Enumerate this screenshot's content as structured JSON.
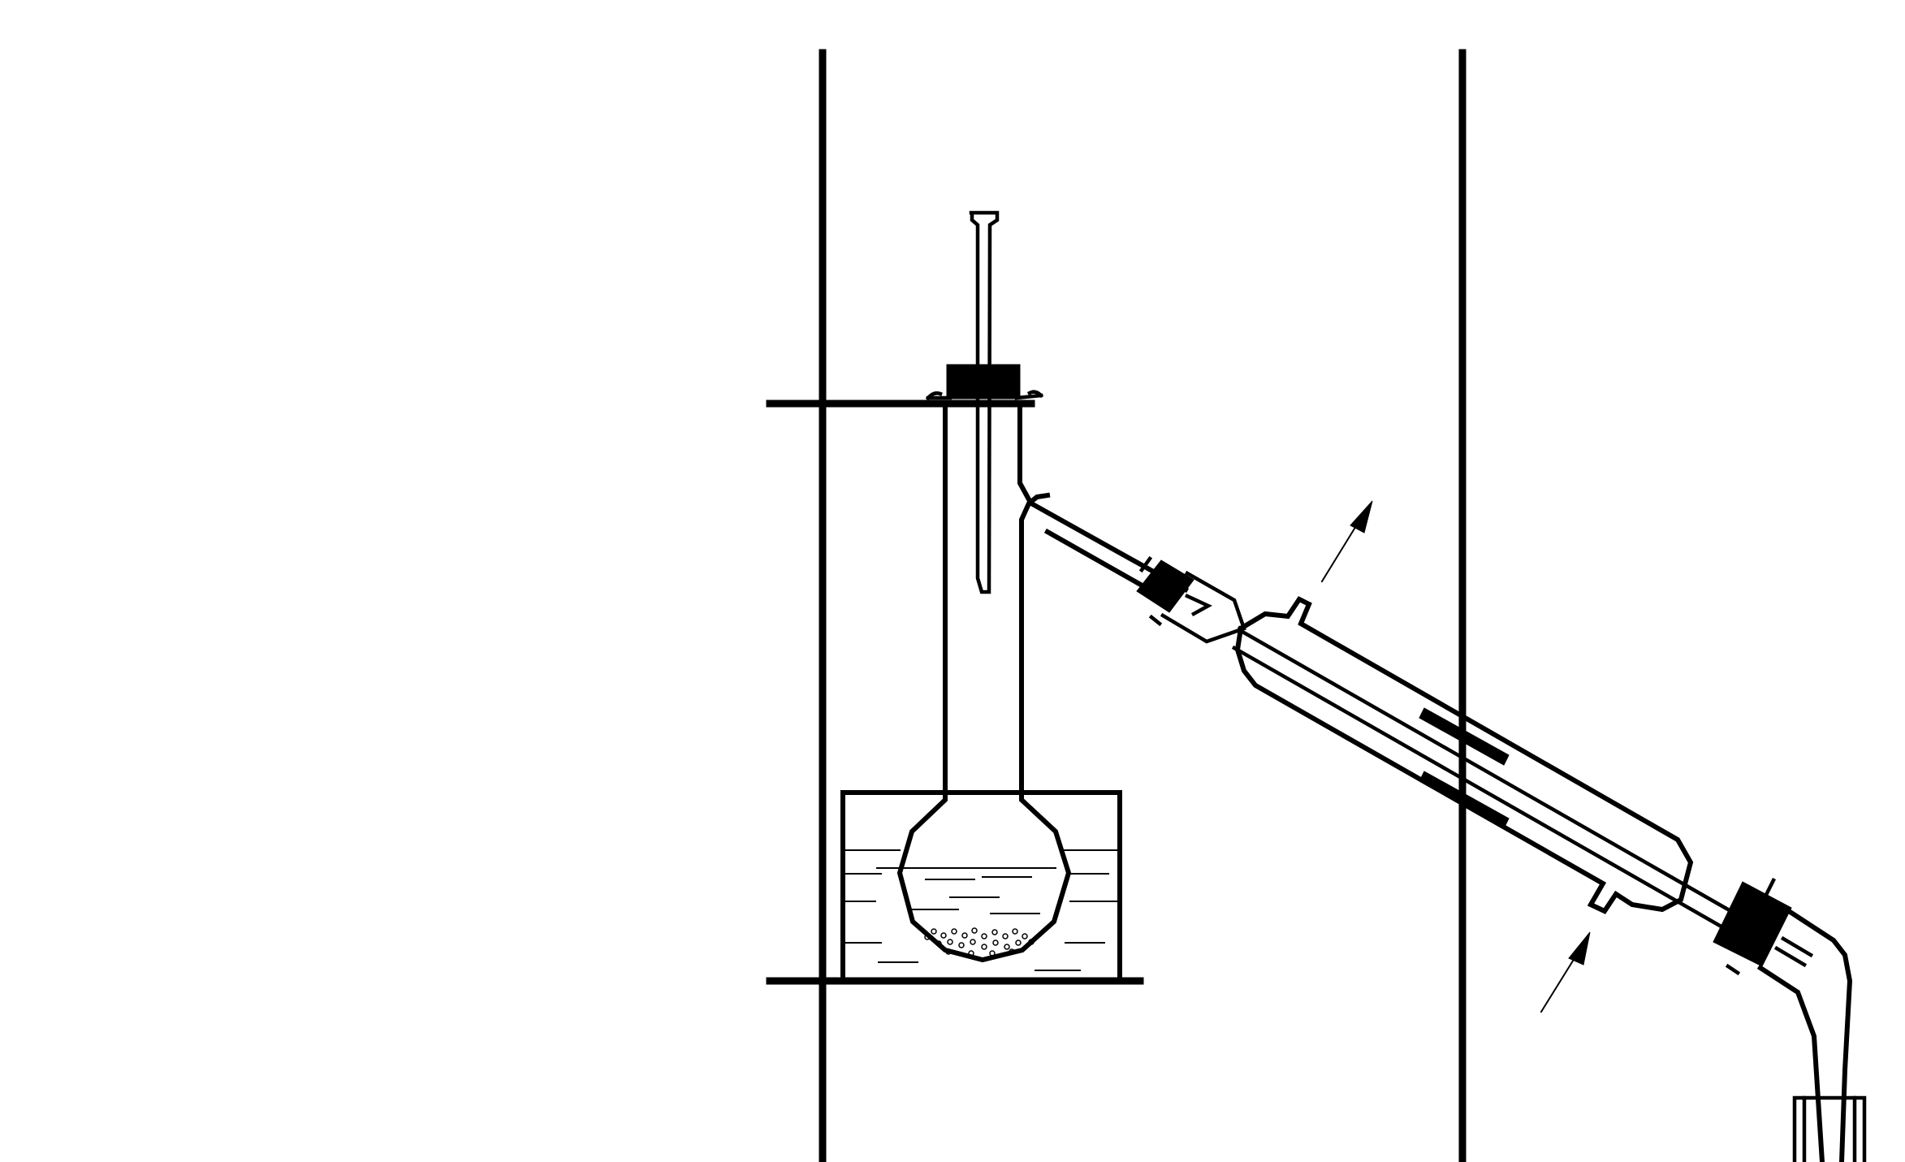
{
  "diagram": {
    "colors": {
      "line": "#000000",
      "background": "#ffffff"
    },
    "components": [
      "support-rod-left",
      "support-rod-right",
      "clamp-bar-top",
      "clamp-bar-bottom",
      "water-bath",
      "round-bottom-flask",
      "thermometer",
      "stopper",
      "side-arm",
      "condenser",
      "water-outlet-arrow",
      "water-inlet-arrow",
      "adapter",
      "receiver-flask"
    ]
  }
}
